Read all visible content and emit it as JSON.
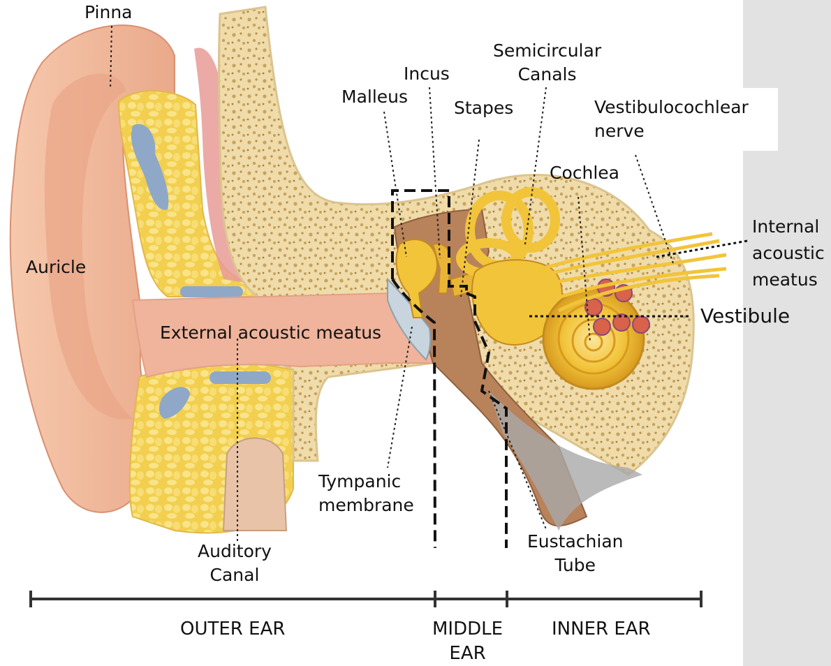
{
  "colors": {
    "skin": "#f0b99c",
    "skin_dark": "#e29d80",
    "bone": "#efdcaa",
    "bone_spot": "#c9a25c",
    "cartilage": "#f2cf4e",
    "cartilage_light": "#f9e48a",
    "blue_gland": "#8fa8c8",
    "gold": "#f2c43a",
    "gold_dark": "#d79a1f",
    "middle_ear": "#b8825b",
    "eardrum": "#c8d5df",
    "tube": "#a9a9a9",
    "side_panel": "#e2e2e2",
    "line": "#222222"
  },
  "labels": {
    "pinna": "Pinna",
    "auricle": "Auricle",
    "external_acoustic_meatus": "External acoustic meatus",
    "auditory_canal": [
      "Auditory",
      "Canal"
    ],
    "malleus": "Malleus",
    "incus": "Incus",
    "stapes": "Stapes",
    "semicircular_canals": [
      "Semicircular",
      "Canals"
    ],
    "vestibulocochlear_nerve": [
      "Vestibulocochlear",
      "nerve"
    ],
    "cochlea": "Cochlea",
    "internal_acoustic_meatus": [
      "Internal",
      "acoustic",
      "meatus"
    ],
    "vestibule": "Vestibule",
    "tympanic_membrane": [
      "Tympanic",
      "membrane"
    ],
    "eustachian_tube": [
      "Eustachian",
      "Tube"
    ]
  },
  "sections": {
    "outer_ear": "OUTER EAR",
    "middle_ear": [
      "MIDDLE",
      "EAR"
    ],
    "inner_ear": "INNER EAR"
  }
}
